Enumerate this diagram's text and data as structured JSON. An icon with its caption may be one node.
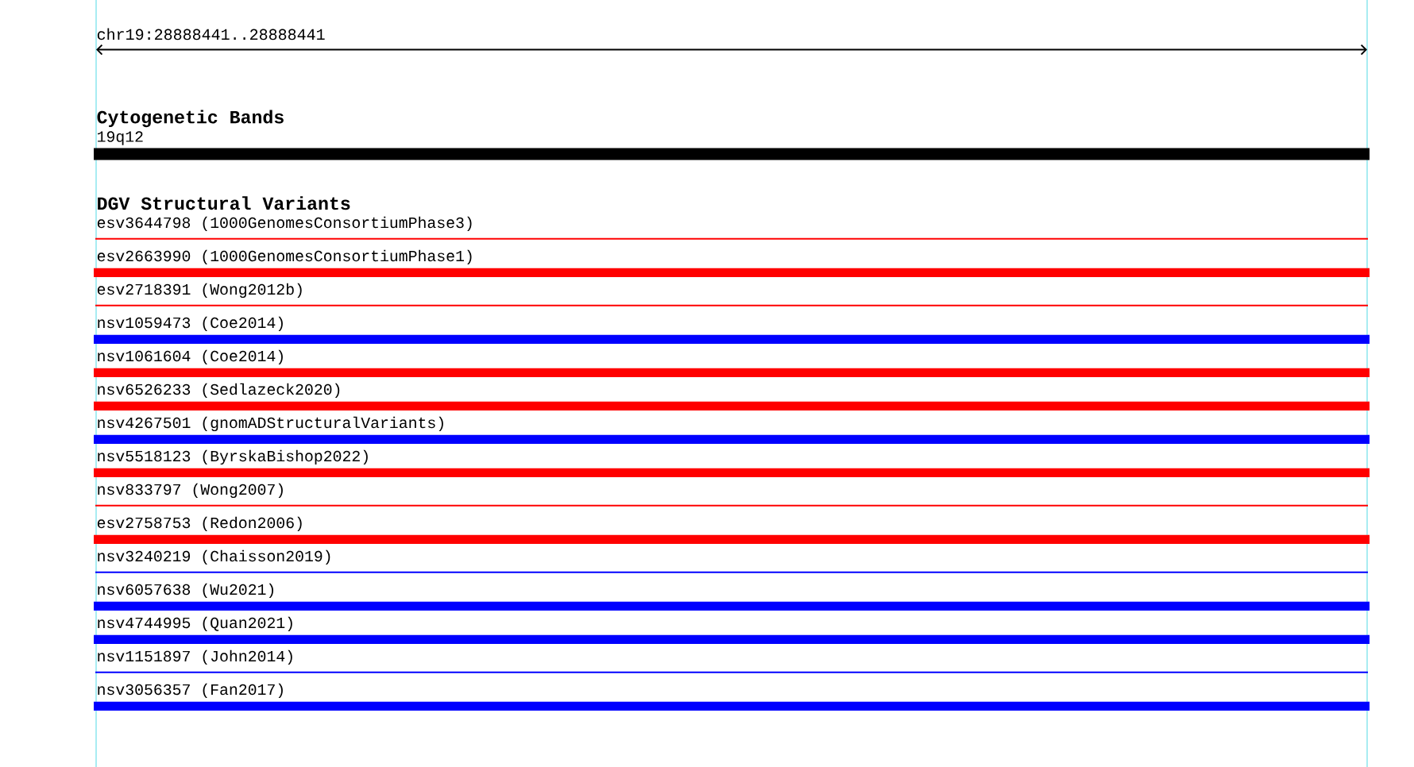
{
  "diagram": {
    "nodes": [
      {
        "text": [
          "19q12"
        ]
      },
      {
        "text": [
          "esv3644798 (1000GenomesConsortiumPhase3)"
        ]
      },
      {
        "text": [
          "esv2663990 (1000GenomesConsortiumPhase1)"
        ]
      },
      {
        "text": [
          "esv2718391 (Wong2012b)"
        ]
      },
      {
        "text": [
          "nsv1059473 (Coe2014)"
        ]
      },
      {
        "text": [
          "nsv1061604 (Coe2014)"
        ]
      },
      {
        "text": [
          "nsv6526233 (Sedlazeck2020)"
        ]
      },
      {
        "text": [
          "nsv4267501 (gnomADStructuralVariants)"
        ]
      },
      {
        "text": [
          "nsv5518123 (ByrskaBishop2022)"
        ]
      },
      {
        "text": [
          "nsv833797 (Wong2007)"
        ]
      },
      {
        "text": [
          "esv2758753 (Redon2006)"
        ]
      },
      {
        "text": [
          "nsv3240219 (Chaisson2019)"
        ]
      },
      {
        "text": [
          "nsv6057638 (Wu2021)"
        ]
      },
      {
        "text": [
          "nsv4744995 (Quan2021)"
        ]
      },
      {
        "text": [
          "nsv1151897 (John2014)"
        ]
      },
      {
        "text": [
          "nsv3056357 (Fan2017)"
        ]
      }
    ],
    "labels": [
      "chr19:28888441..28888441",
      "Cytogenetic Bands",
      "DGV Structural Variants"
    ]
  }
}
